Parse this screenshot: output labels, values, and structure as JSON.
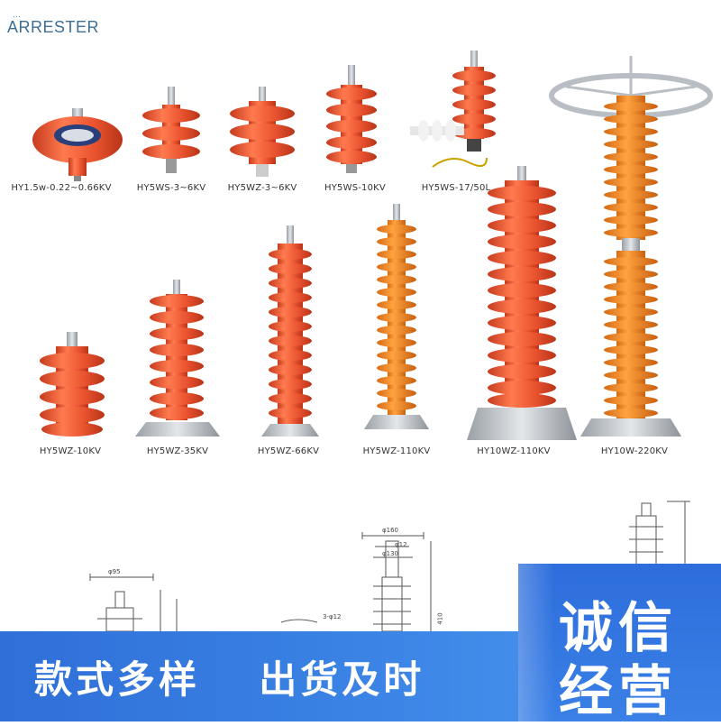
{
  "brand": {
    "name": "ARRESTER",
    "mark": "…"
  },
  "products": [
    {
      "model": "HY1.5w-0.22~0.66KV"
    },
    {
      "model": "HY5WS-3~6KV"
    },
    {
      "model": "HY5WZ-3~6KV"
    },
    {
      "model": "HY5WS-10KV"
    },
    {
      "model": "HY5WS-17/50L"
    },
    {
      "model": "HY5WZ-10KV"
    },
    {
      "model": "HY5WZ-35KV"
    },
    {
      "model": "HY5WZ-66KV"
    },
    {
      "model": "HY5WZ-110KV"
    },
    {
      "model": "HY10WZ-110KV"
    },
    {
      "model": "HY10W-220KV"
    }
  ],
  "drawing": {
    "dims": [
      "φ95",
      "φ160",
      "φ12",
      "φ130",
      "3-φ12",
      "410"
    ]
  },
  "banner": {
    "left_slogan_1": "款式多样",
    "left_slogan_2": "出货及时",
    "right_slogan_1": "诚信",
    "right_slogan_2": "经营",
    "color": "#3a80e6"
  },
  "colors": {
    "insulator": "#e8522e",
    "insulator_dark": "#c63b1e",
    "insulator_light": "#ff7a4f",
    "insulator_orange": "#f08a2a",
    "base": "#bfc3c8"
  }
}
